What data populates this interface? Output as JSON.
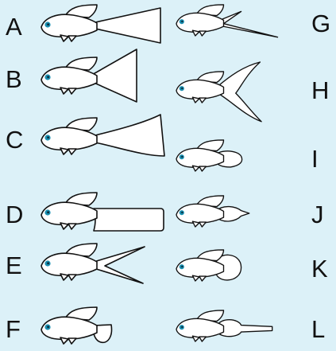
{
  "colors": {
    "background": "#dcf1f8",
    "outline": "#111111",
    "eye": "#1a8fb0"
  },
  "fish": [
    {
      "label": "A",
      "tail": "delta"
    },
    {
      "label": "B",
      "tail": "triangle"
    },
    {
      "label": "C",
      "tail": "fan"
    },
    {
      "label": "D",
      "tail": "veil"
    },
    {
      "label": "E",
      "tail": "double-sword"
    },
    {
      "label": "F",
      "tail": "bottom-sword"
    },
    {
      "label": "G",
      "tail": "top-sword"
    },
    {
      "label": "H",
      "tail": "lyretail"
    },
    {
      "label": "I",
      "tail": "spade"
    },
    {
      "label": "J",
      "tail": "spear"
    },
    {
      "label": "K",
      "tail": "round"
    },
    {
      "label": "L",
      "tail": "pin"
    }
  ]
}
